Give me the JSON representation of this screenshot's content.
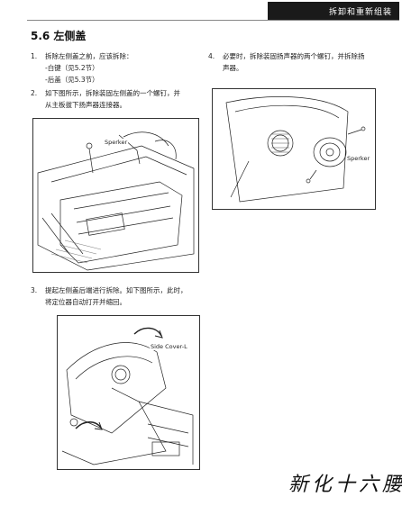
{
  "header": {
    "title": "拆卸和重新组装"
  },
  "section": {
    "title": "5.6 左侧盖"
  },
  "steps": [
    {
      "num": "1.",
      "lines": [
        "拆除左侧盖之前，应该拆除：",
        "-白键（见5.2节）",
        "-后盖（见5.3节）"
      ]
    },
    {
      "num": "2.",
      "lines": [
        "如下图所示，拆除装固左侧盖的一个螺钉，并",
        "从主板拔下扬声器连接器。"
      ]
    },
    {
      "num": "3.",
      "lines": [
        "提起左侧盖后端进行拆除。如下图所示，此时，",
        "将定位器自动打开并缩回。"
      ]
    },
    {
      "num": "4.",
      "lines": [
        "必要时，拆除装固扬声器的两个螺钉，并拆除扬",
        "声器。"
      ]
    }
  ],
  "figures": {
    "fig2_callout": "Sperker",
    "fig3_callout": "Side Cover-L",
    "fig4_callout": "Sperker"
  },
  "watermark": "新化十六腰"
}
